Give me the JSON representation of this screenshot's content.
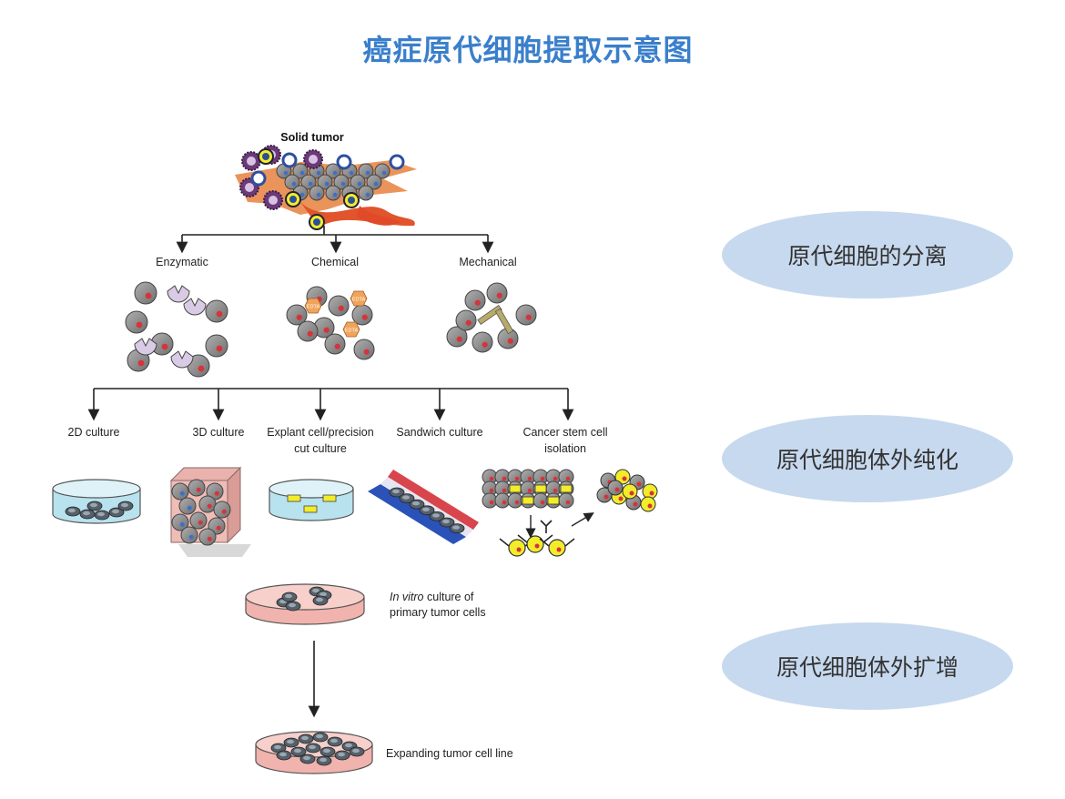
{
  "page": {
    "title": "癌症原代细胞提取示意图"
  },
  "diagram": {
    "root": "Solid tumor",
    "methods": [
      "Enzymatic",
      "Chemical",
      "Mechanical"
    ],
    "edta_label": "EDTA",
    "cultures": [
      [
        "2D culture"
      ],
      [
        "3D culture"
      ],
      [
        "Explant cell/precision",
        "cut culture"
      ],
      [
        "Sandwich culture"
      ],
      [
        "Cancer stem cell",
        "isolation"
      ]
    ],
    "invitro": {
      "italic": "In vitro",
      "rest": " culture of",
      "line2": "primary tumor cells"
    },
    "expanding": "Expanding tumor cell line"
  },
  "stages": [
    {
      "label": "原代细胞的分离"
    },
    {
      "label": "原代细胞体外纯化"
    },
    {
      "label": "原代细胞体外扩增"
    }
  ],
  "colors": {
    "title": "#3a7fcb",
    "ellipse": "#c7d9ee",
    "cell": "#8f8f8f",
    "nucleus_red": "#d8323a",
    "nucleus_blue": "#3f6fc7",
    "dish_medium": "#b8e2ee",
    "dish_pink": "#f1b3ad",
    "stem_yellow": "#f2ec2a"
  }
}
